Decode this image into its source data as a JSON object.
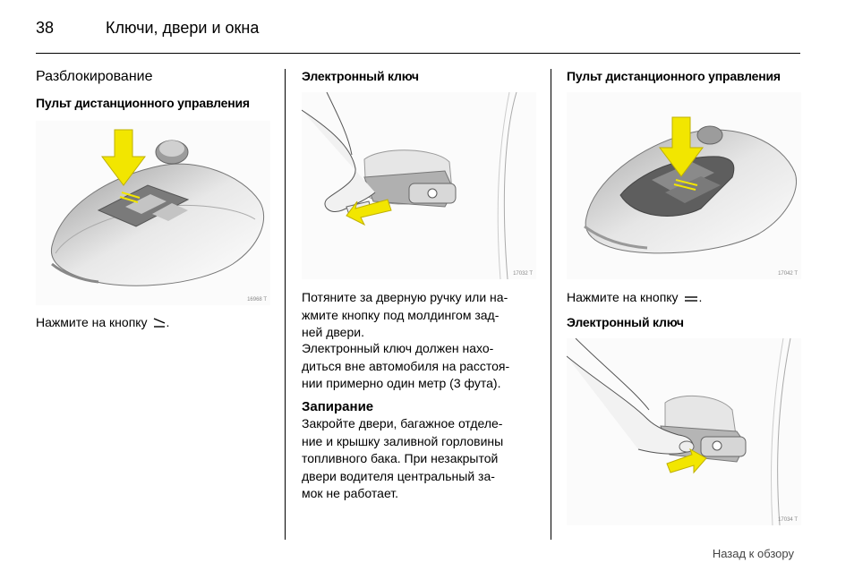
{
  "header": {
    "page_number": "38",
    "title": "Ключи, двери и окна"
  },
  "left_col": {
    "heading": "Разблокирование",
    "subheading": "Пульт дистанционного управления",
    "figure_label": "16968 T",
    "caption": "Нажмите на кнопку",
    "caption_end": ".",
    "icon": "unlock-button-icon"
  },
  "middle_col": {
    "subheading": "Электронный ключ",
    "figure_label": "17032 T",
    "para1": [
      "Потяните за дверную ручку или на-",
      "жмите кнопку под молдингом зад-",
      "ней двери."
    ],
    "para2": [
      "Электронный ключ должен нахо-",
      "диться вне автомобиля на расстоя-",
      "нии примерно один метр (3 фута)."
    ],
    "lock_heading": "Запирание",
    "para3": [
      "Закройте двери, багажное отделе-",
      "ние и крышку заливной горловины",
      "топливного бака. При незакрытой",
      "двери водителя центральный за-",
      "мок не работает."
    ]
  },
  "right_col": {
    "subheading": "Пульт дистанционного управления",
    "figure1_label": "17042 T",
    "caption": "Нажмите на кнопку",
    "caption_end": ".",
    "icon": "lock-button-icon",
    "subheading2": "Электронный ключ",
    "figure2_label": "17034 T"
  },
  "footer": {
    "back_link": "Назад к обзору"
  },
  "colors": {
    "arrow_yellow": "#f2e600",
    "text": "#000000"
  }
}
